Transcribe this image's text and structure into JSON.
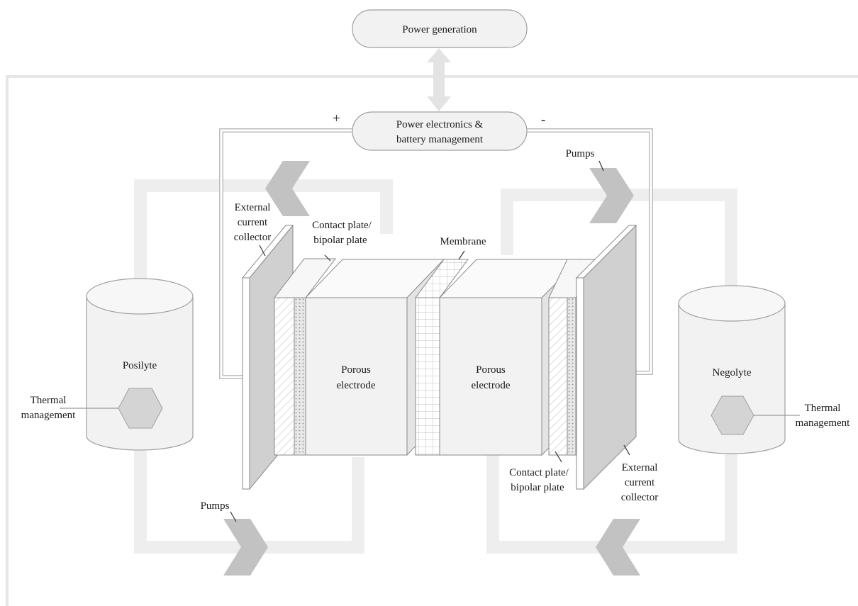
{
  "labels": {
    "power_generation": "Power generation",
    "power_electronics_line1": "Power electronics &",
    "power_electronics_line2": "battery management",
    "plus": "+",
    "minus": "-",
    "pumps_top": "Pumps",
    "pumps_bottom": "Pumps",
    "ext_collector_left_1": "External",
    "ext_collector_left_2": "current",
    "ext_collector_left_3": "collector",
    "contact_plate_left_1": "Contact plate/",
    "contact_plate_left_2": "bipolar plate",
    "membrane": "Membrane",
    "posilyte": "Posilyte",
    "negolyte": "Negolyte",
    "porous_left_1": "Porous",
    "porous_left_2": "electrode",
    "porous_right_1": "Porous",
    "porous_right_2": "electrode",
    "thermal_left_1": "Thermal",
    "thermal_left_2": "management",
    "thermal_right_1": "Thermal",
    "thermal_right_2": "management",
    "contact_plate_right_1": "Contact plate/",
    "contact_plate_right_2": "bipolar plate",
    "ext_collector_right_1": "External",
    "ext_collector_right_2": "current",
    "ext_collector_right_3": "collector"
  },
  "colors": {
    "pipe": "#eeeeee",
    "pump": "#bdbdbd",
    "panel_dark": "#d4d4d4",
    "box_fill": "#f2f2f2",
    "stroke": "#8a8a8a"
  }
}
